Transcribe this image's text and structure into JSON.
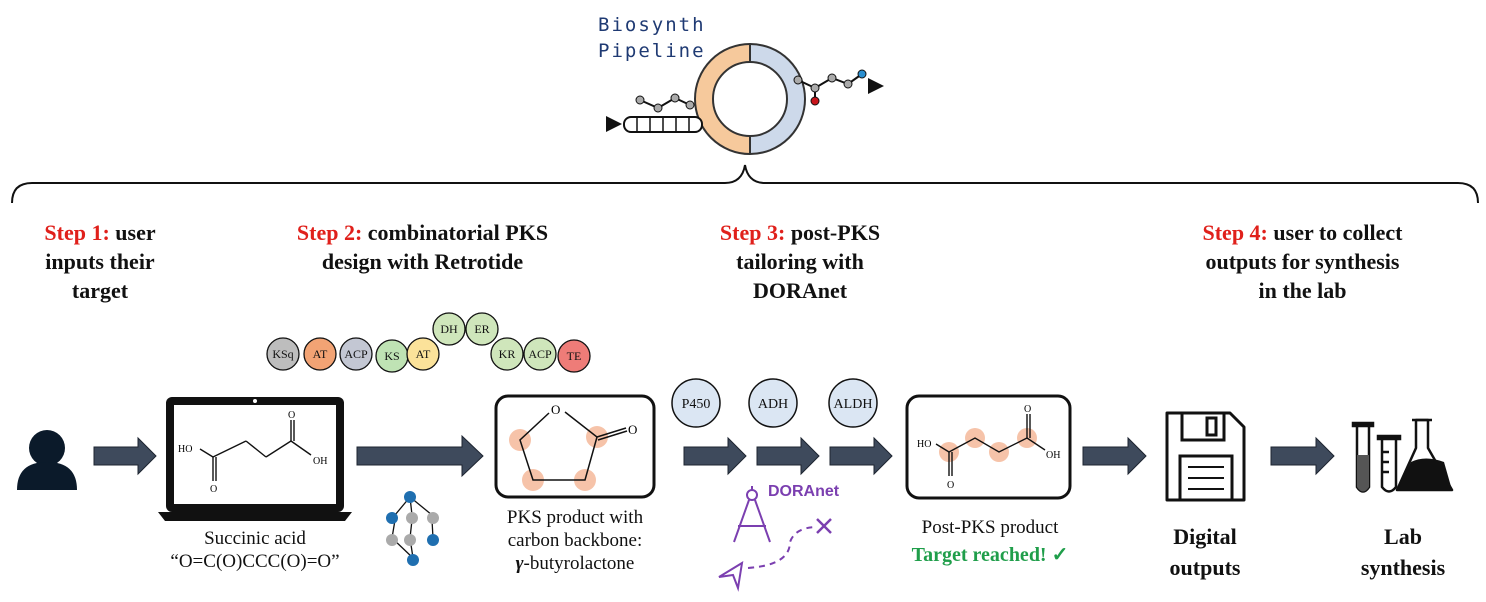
{
  "pipeline_title": [
    "Biosynth",
    "Pipeline"
  ],
  "steps": [
    {
      "label": "Step 1:",
      "text_lines": [
        "user",
        "inputs their",
        "target"
      ]
    },
    {
      "label": "Step 2:",
      "text_lines": [
        "combinatorial PKS",
        "design with Retrotide"
      ]
    },
    {
      "label": "Step 3:",
      "text_lines": [
        "post-PKS",
        "tailoring with",
        "DORAnet"
      ]
    },
    {
      "label": "Step 4:",
      "text_lines": [
        "user to collect",
        "outputs for synthesis",
        "in the lab"
      ]
    }
  ],
  "pks_domains_lower": [
    "KSq",
    "AT",
    "ACP",
    "KS",
    "AT",
    "KR",
    "ACP",
    "TE"
  ],
  "pks_domains_upper": [
    "DH",
    "ER"
  ],
  "domain_colors": {
    "KSq": "#bdbdbd",
    "AT_orange": "#f2a374",
    "ACP": "#c3c7d3",
    "KS": "#bfe3b4",
    "AT_yellow": "#fbe29a",
    "DH": "#cfe6bb",
    "ER": "#cfe6bb",
    "KR": "#cfe6bb",
    "ACP2": "#cfe6bb",
    "TE": "#ee7c78"
  },
  "enzymes": [
    "P450",
    "ADH",
    "ALDH"
  ],
  "molecule_labels": {
    "ho": "HO",
    "oh": "OH",
    "o": "O"
  },
  "captions": {
    "target_name": "Succinic acid",
    "target_smiles": "“O=C(O)CCC(O)=O”",
    "pks_product_lines": [
      "PKS product with",
      "carbon backbone:"
    ],
    "pks_product_name": "-butyrolactone",
    "pks_product_greek": "γ",
    "post_pks": "Post-PKS product",
    "target_reached": "Target reached! ✓",
    "doranet": "DORAnet",
    "digital_outputs": [
      "Digital",
      "outputs"
    ],
    "lab_synthesis": [
      "Lab",
      "synthesis"
    ]
  },
  "colors": {
    "step_red": "#e0201b",
    "arrow": "#3e4a5c",
    "enzyme_fill": "#dbe6f3",
    "highlight": "#f5b99a",
    "green": "#1f9e4a",
    "purple": "#7b3fb0",
    "title_blue": "#1f3a73"
  }
}
